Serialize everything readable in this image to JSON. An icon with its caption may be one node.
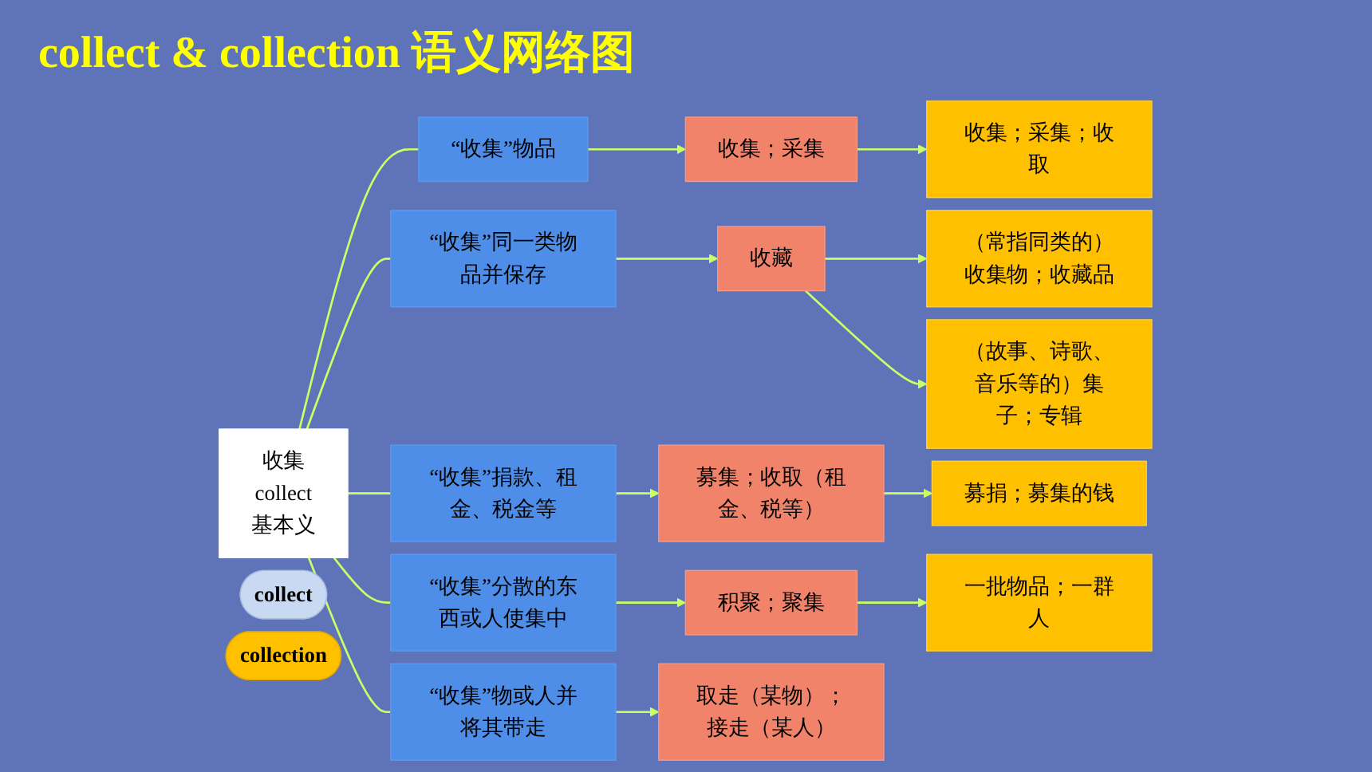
{
  "diagram": {
    "title": "collect & collection 语义网络图",
    "nodes": [
      {
        "text": [
          "收集",
          "collect",
          "基本义"
        ]
      },
      {
        "text": [
          "“收集”物品"
        ]
      },
      {
        "text": [
          "“收集”同一类物品并保存"
        ]
      },
      {
        "text": [
          "“收集”捐款、租金、税金等"
        ]
      },
      {
        "text": [
          "“收集”分散的东西或人使集中"
        ]
      },
      {
        "text": [
          "“收集”物或人并将其带走"
        ]
      },
      {
        "text": [
          "collect"
        ]
      },
      {
        "text": [
          "收集；采集"
        ]
      },
      {
        "text": [
          "收藏"
        ]
      },
      {
        "text": [
          "募集；收取（租金、税等）"
        ]
      },
      {
        "text": [
          "积聚；聚集"
        ]
      },
      {
        "text": [
          "取走（某物）；接走（某人）"
        ]
      },
      {
        "text": [
          "collection"
        ]
      },
      {
        "text": [
          "收集；采集；收取"
        ]
      },
      {
        "text": [
          "（常指同类的）收集物；收藏品"
        ]
      },
      {
        "text": [
          "（故事、诗歌、音乐等的）集子；专辑"
        ]
      },
      {
        "text": [
          "募捐；募集的钱"
        ]
      },
      {
        "text": [
          "一批物品；一群人"
        ]
      }
    ],
    "edges": [
      {
        "from": 0,
        "to": 1,
        "arrow": "none"
      },
      {
        "from": 0,
        "to": 2,
        "arrow": "none"
      },
      {
        "from": 0,
        "to": 3,
        "arrow": "none"
      },
      {
        "from": 0,
        "to": 4,
        "arrow": "none"
      },
      {
        "from": 0,
        "to": 5,
        "arrow": "none"
      },
      {
        "from": 1,
        "to": 7,
        "arrow": "to"
      },
      {
        "from": 2,
        "to": 8,
        "arrow": "to"
      },
      {
        "from": 3,
        "to": 9,
        "arrow": "to"
      },
      {
        "from": 4,
        "to": 10,
        "arrow": "to"
      },
      {
        "from": 5,
        "to": 11,
        "arrow": "to"
      },
      {
        "from": 7,
        "to": 13,
        "arrow": "to"
      },
      {
        "from": 8,
        "to": 14,
        "arrow": "to"
      },
      {
        "from": 8,
        "to": 15,
        "arrow": "to"
      },
      {
        "from": 9,
        "to": 16,
        "arrow": "to"
      },
      {
        "from": 10,
        "to": 17,
        "arrow": "to"
      }
    ]
  }
}
